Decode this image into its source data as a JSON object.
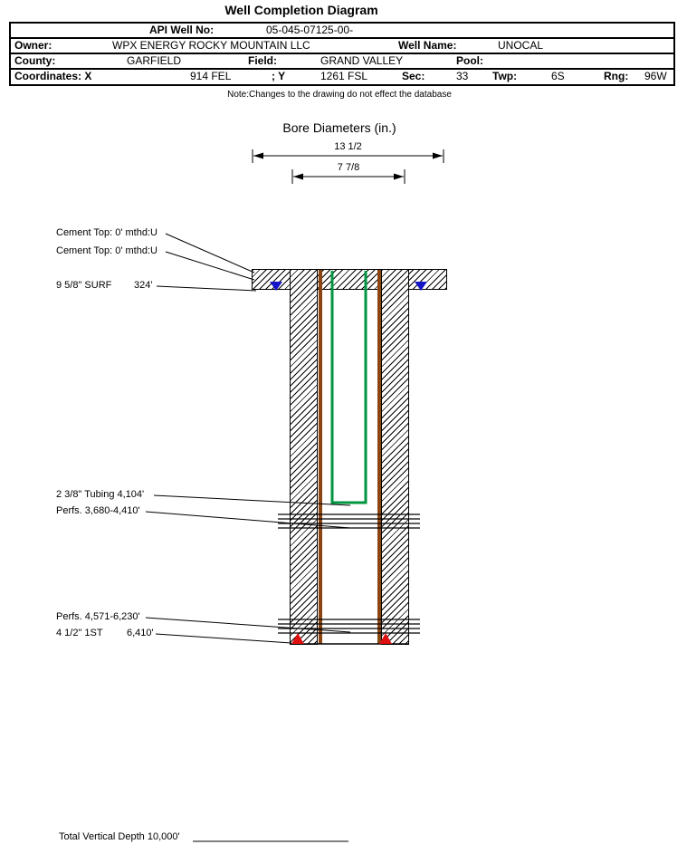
{
  "title": "Well Completion Diagram",
  "table": {
    "api_label": "API Well No:",
    "api_value": "05-045-07125-00-",
    "owner_label": "Owner:",
    "owner_value": "WPX ENERGY ROCKY MOUNTAIN LLC",
    "well_name_label": "Well Name:",
    "well_name_value": "UNOCAL",
    "county_label": "County:",
    "county_value": "GARFIELD",
    "field_label": "Field:",
    "field_value": "GRAND VALLEY",
    "pool_label": "Pool:",
    "coordinates_label": "Coordinates: X",
    "x_value": "914 FEL",
    "y_label": "; Y",
    "y_value": "1261 FSL",
    "sec_label": "Sec:",
    "sec_value": "33",
    "twp_label": "Twp:",
    "twp_value": "6S",
    "rng_label": "Rng:",
    "rng_value": "96W"
  },
  "note": "Note:Changes to the drawing do not effect the database",
  "bore": {
    "heading": "Bore Diameters (in.)",
    "outer_diameter": "13 1/2",
    "inner_diameter": "7 7/8"
  },
  "annotations": {
    "cement_top_1": "Cement Top: 0' mthd:U",
    "cement_top_2": "Cement Top: 0' mthd:U",
    "surface_casing": "9 5/8\" SURF",
    "surface_casing_depth": "324'",
    "tubing": "2 3/8\" Tubing 4,104'",
    "perfs_upper": "Perfs. 3,680-4,410'",
    "perfs_lower": "Perfs. 4,571-6,230'",
    "production_casing": "4 1/2\" 1ST",
    "production_casing_depth": "6,410'",
    "total_depth": "Total Vertical Depth 10,000'"
  },
  "colors": {
    "tubing_green": "#009640",
    "casing_brown": "#8b4513",
    "cement_blue": "#1414c8",
    "shoe_red": "#e01010"
  }
}
